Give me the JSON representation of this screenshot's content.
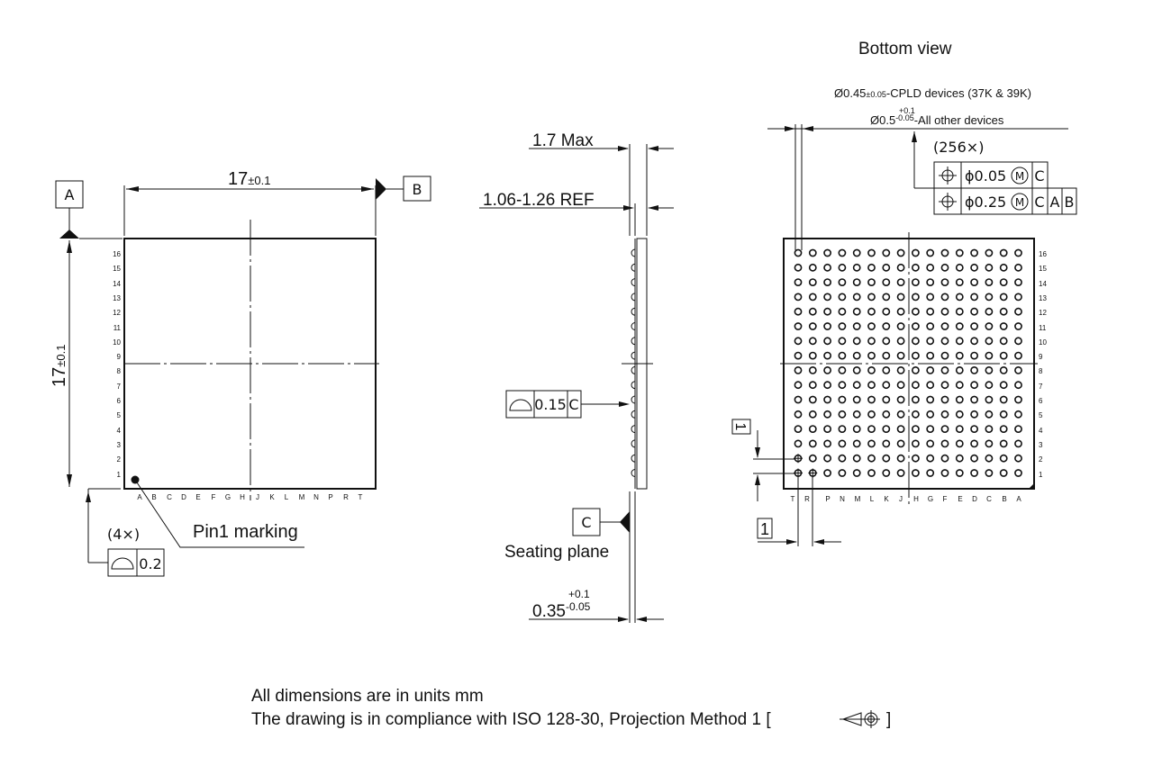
{
  "title": "Bottom view",
  "top_view": {
    "datum_a": "A",
    "datum_b": "B",
    "width_dim": "17",
    "width_tol": "±0.1",
    "height_dim": "17",
    "height_tol": "±0.1",
    "row_labels": [
      "16",
      "15",
      "14",
      "13",
      "12",
      "11",
      "10",
      "9",
      "8",
      "7",
      "6",
      "5",
      "4",
      "3",
      "2",
      "1"
    ],
    "col_labels": [
      "A",
      "B",
      "C",
      "D",
      "E",
      "F",
      "G",
      "H",
      "J",
      "K",
      "L",
      "M",
      "N",
      "P",
      "R",
      "T"
    ],
    "pin1_label": "Pin1 marking",
    "flatness_count": "(4×)",
    "flatness_value": "0.2"
  },
  "side_view": {
    "height_max": "1.7 Max",
    "body_ref": "1.06-1.26 REF",
    "coplanarity_value": "0.15",
    "coplanarity_datum": "C",
    "datum_c": "C",
    "seating_plane": "Seating plane",
    "ball_height": "0.35",
    "ball_height_plus": "+0.1",
    "ball_height_minus": "-0.05"
  },
  "bottom_view": {
    "ball_dia_cpld_prefix": "Ø0.45",
    "ball_dia_cpld_tol": "±0.05",
    "ball_dia_cpld_suffix": "-CPLD devices (37K & 39K)",
    "ball_dia_other_prefix": "Ø0.5",
    "ball_dia_other_plus": "+0.1",
    "ball_dia_other_minus": "-0.05",
    "ball_dia_other_suffix": "-All other devices",
    "position_count": "(256×)",
    "fcf_row1": {
      "value": "ϕ0.05",
      "modifier": "M",
      "datum1": "C"
    },
    "fcf_row2": {
      "value": "ϕ0.25",
      "modifier": "M",
      "datum1": "C",
      "datum2": "A",
      "datum3": "B"
    },
    "row_labels": [
      "16",
      "15",
      "14",
      "13",
      "12",
      "11",
      "10",
      "9",
      "8",
      "7",
      "6",
      "5",
      "4",
      "3",
      "2",
      "1"
    ],
    "col_labels": [
      "T",
      "R",
      "P",
      "N",
      "M",
      "L",
      "K",
      "J",
      "H",
      "G",
      "F",
      "E",
      "D",
      "C",
      "B",
      "A"
    ],
    "pitch_v": "1",
    "pitch_h": "1",
    "ball_count": 256
  },
  "notes": {
    "line1": "All dimensions are in units mm",
    "line2": "The drawing is in compliance with ISO 128-30, Projection Method 1 [",
    "line2_end": "]"
  }
}
